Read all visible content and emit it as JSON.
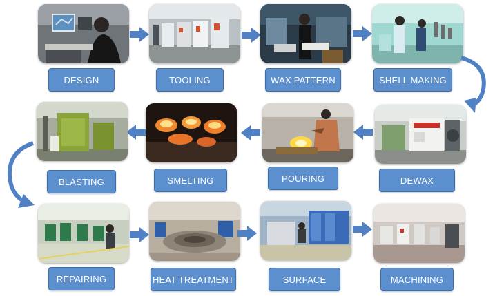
{
  "process": {
    "steps": [
      {
        "id": "design",
        "label": "DESIGN",
        "photo": "engineer-at-cad-workstation"
      },
      {
        "id": "tooling",
        "label": "TOOLING",
        "photo": "cnc-machine-hall"
      },
      {
        "id": "wax-pattern",
        "label": "WAX PATTERN",
        "photo": "wax-injection-workers"
      },
      {
        "id": "shell-making",
        "label": "SHELL MAKING",
        "photo": "shell-dipping-station"
      },
      {
        "id": "dewax",
        "label": "DEWAX",
        "photo": "autoclave-dewax-machine"
      },
      {
        "id": "pouring",
        "label": "POURING",
        "photo": "worker-pouring-molten-metal"
      },
      {
        "id": "smelting",
        "label": "SMELTING",
        "photo": "glowing-hot-shells"
      },
      {
        "id": "blasting",
        "label": "BLASTING",
        "photo": "shot-blasting-machine"
      },
      {
        "id": "repairing",
        "label": "REPAIRING",
        "photo": "grinding-workshop"
      },
      {
        "id": "heat-treatment",
        "label": "HEAT TREATMENT",
        "photo": "heat-treatment-furnace-pit"
      },
      {
        "id": "surface",
        "label": "SURFACE",
        "photo": "surface-finishing-line"
      },
      {
        "id": "machining",
        "label": "MACHINING",
        "photo": "machining-workshop"
      }
    ]
  },
  "colors": {
    "label_fill": "#5b8fce",
    "label_border": "#3f6da8",
    "arrow": "#4f81c4",
    "label_text": "#ffffff"
  },
  "icons": {
    "step_arrow": "right-or-left-arrow-icon",
    "row_connector": "curved-arrow-icon"
  }
}
